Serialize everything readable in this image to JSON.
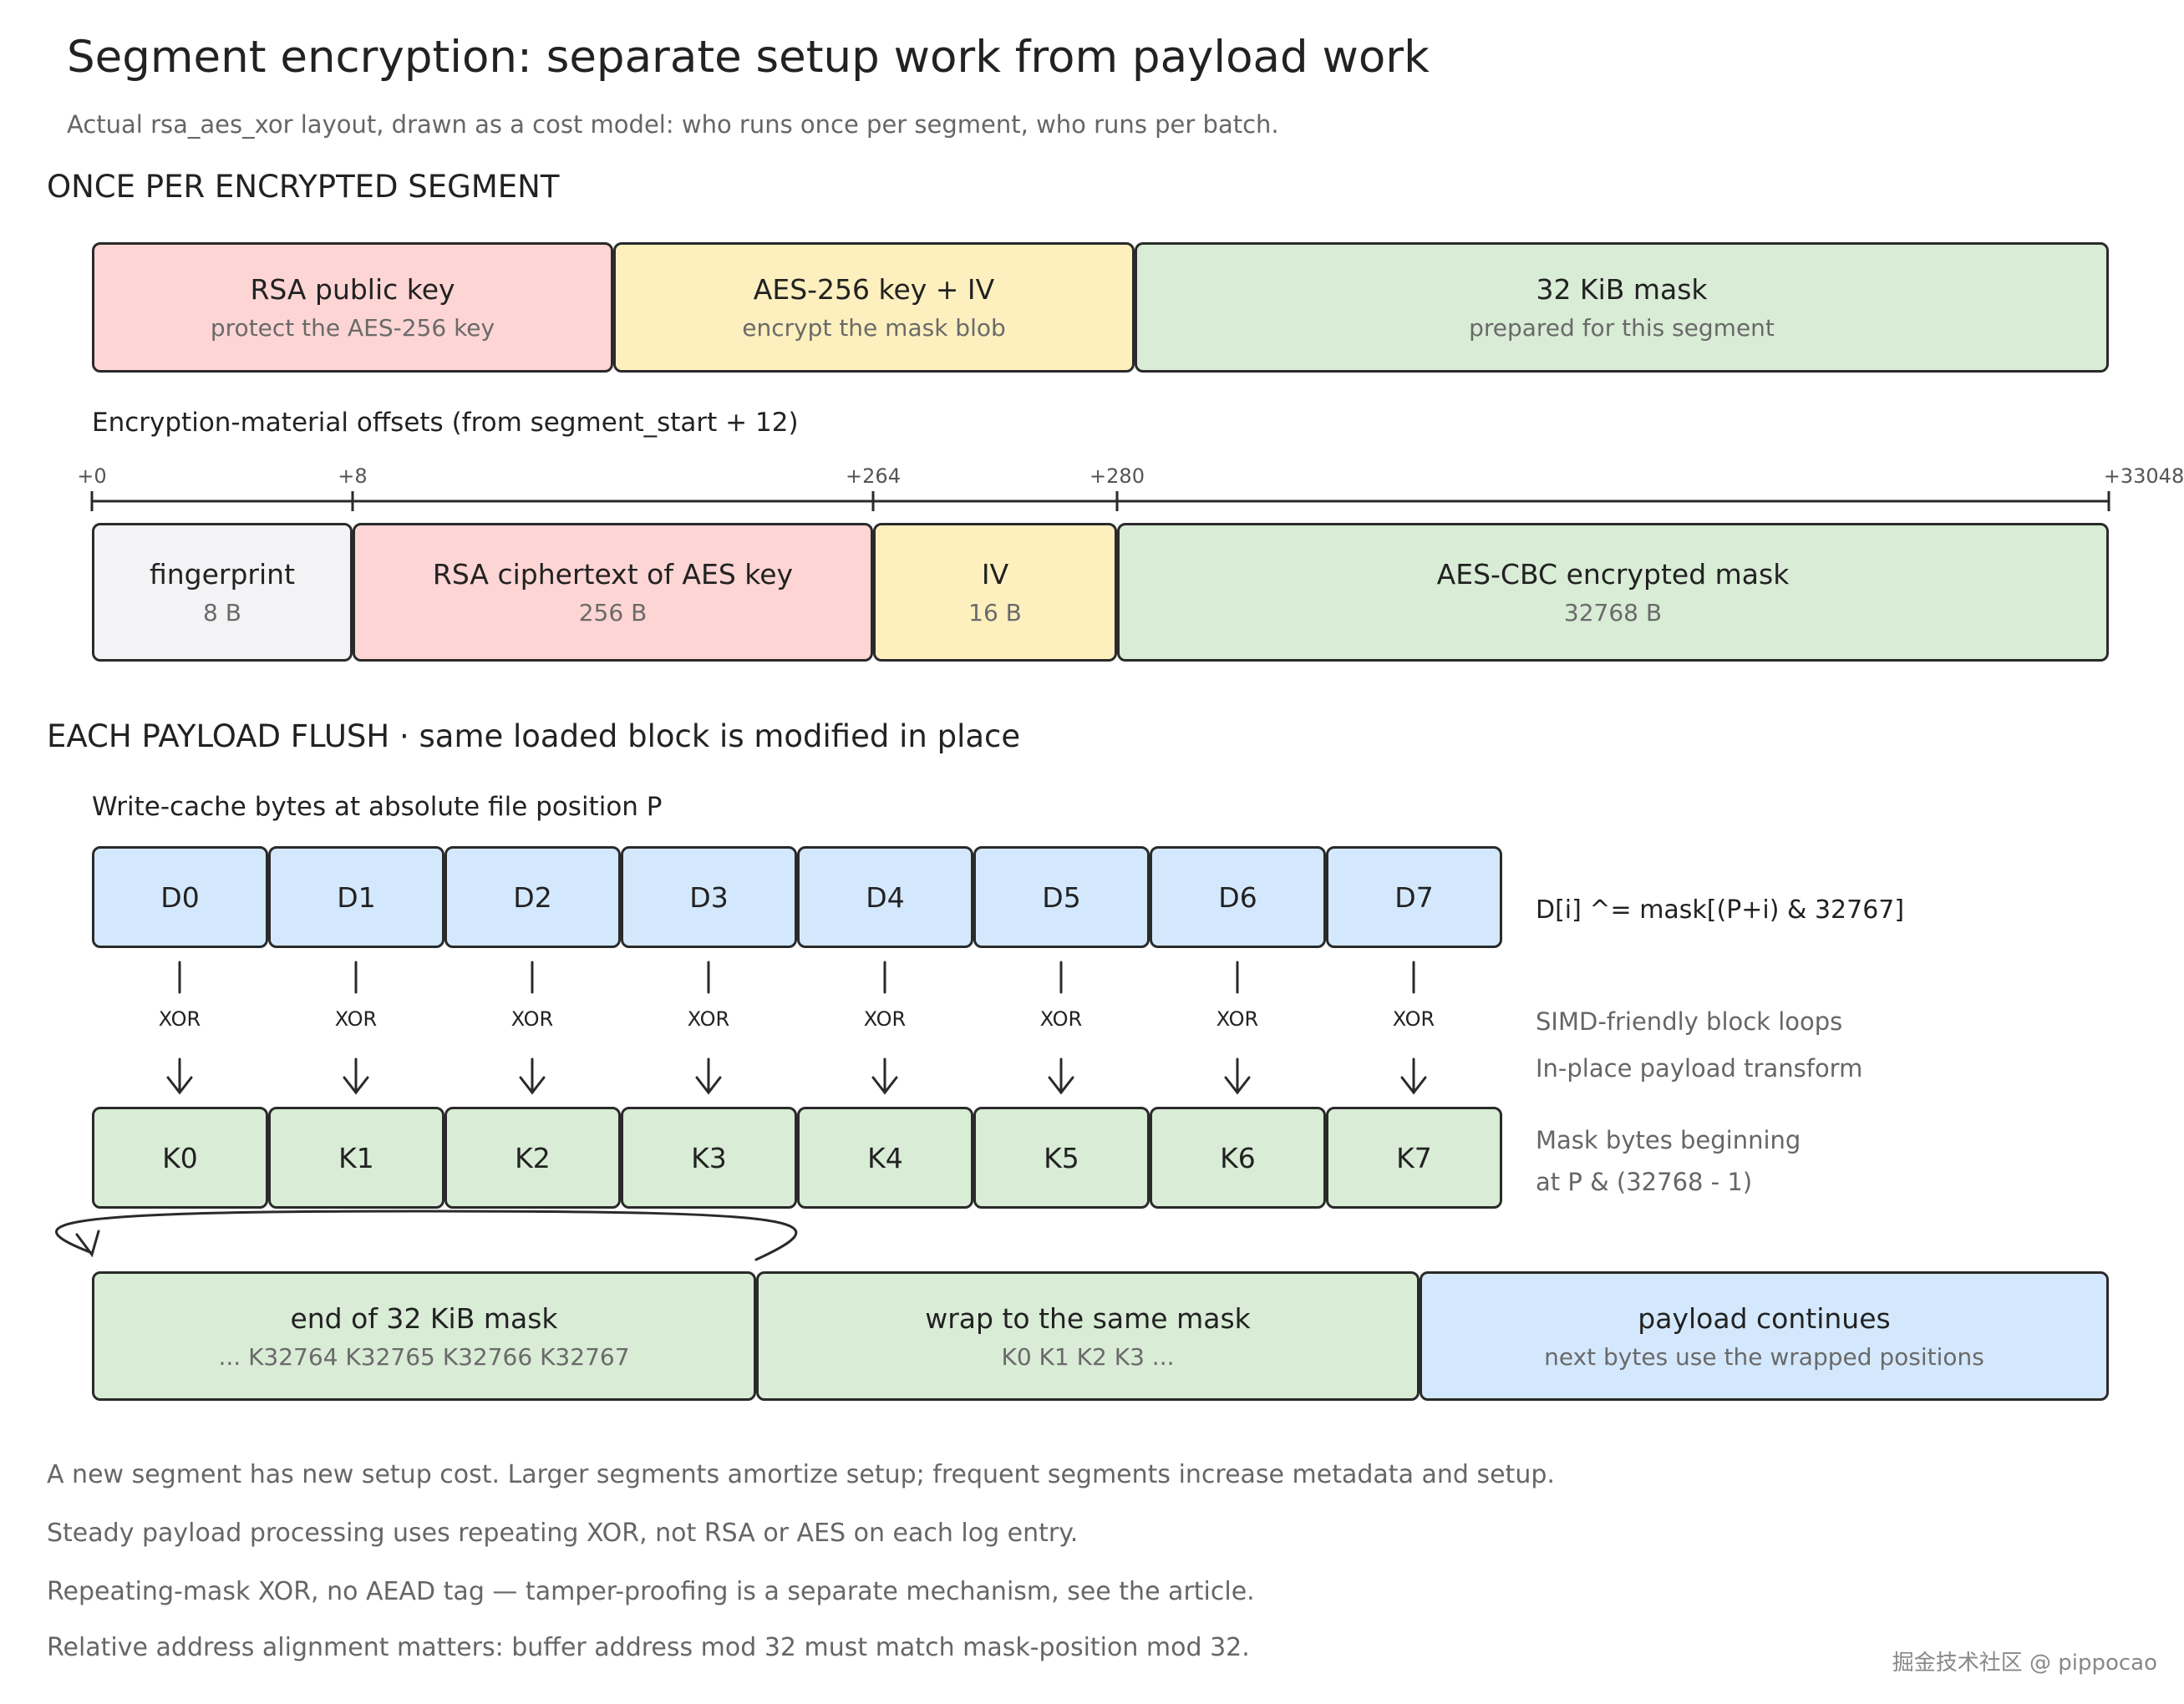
{
  "title": "Segment encryption: separate setup work from payload work",
  "subtitle": "Actual rsa_aes_xor layout, drawn as a cost model: who runs once per segment, who runs per batch.",
  "section_once": "ONCE PER ENCRYPTED SEGMENT",
  "setup_blocks": [
    {
      "title": "RSA public key",
      "sub": "protect the AES-256 key",
      "color": "#fdd5d4"
    },
    {
      "title": "AES-256 key + IV",
      "sub": "encrypt the mask blob",
      "color": "#fdf0be"
    },
    {
      "title": "32 KiB mask",
      "sub": "prepared for this segment",
      "color": "#d9ecd6"
    }
  ],
  "offsets_label": "Encryption-material offsets (from segment_start + 12)",
  "offset_ticks": [
    "+0",
    "+8",
    "+264",
    "+280",
    "+33048"
  ],
  "layout_blocks": [
    {
      "title": "fingerprint",
      "sub": "8 B",
      "color": "#f3f3f5"
    },
    {
      "title": "RSA ciphertext of AES key",
      "sub": "256 B",
      "color": "#fdd5d4"
    },
    {
      "title": "IV",
      "sub": "16 B",
      "color": "#fdf0be"
    },
    {
      "title": "AES-CBC encrypted mask",
      "sub": "32768 B",
      "color": "#d9ecd6"
    }
  ],
  "section_flush": "EACH PAYLOAD FLUSH · same loaded block is modified in place",
  "write_cache_label": "Write-cache bytes at absolute file position P",
  "data_cells": [
    "D0",
    "D1",
    "D2",
    "D3",
    "D4",
    "D5",
    "D6",
    "D7"
  ],
  "xor_label": "XOR",
  "mask_cells": [
    "K0",
    "K1",
    "K2",
    "K3",
    "K4",
    "K5",
    "K6",
    "K7"
  ],
  "formula": "D[i] ^= mask[(P+i) & 32767]",
  "side_notes": [
    "SIMD-friendly block loops",
    "In-place payload transform"
  ],
  "mask_note": [
    "Mask bytes beginning",
    "at P & (32768 - 1)"
  ],
  "wrap_blocks": [
    {
      "title": "end of 32 KiB mask",
      "sub": "... K32764 K32765 K32766 K32767",
      "color": "#d9ecd6"
    },
    {
      "title": "wrap to the same mask",
      "sub": "K0 K1 K2 K3 ...",
      "color": "#d9ecd6"
    },
    {
      "title": "payload continues",
      "sub": "next bytes use the wrapped positions",
      "color": "#d4e8fd"
    }
  ],
  "notes": [
    "A new segment has new setup cost. Larger segments amortize setup; frequent segments increase metadata and setup.",
    "Steady payload processing uses repeating XOR, not RSA or AES on each log entry.",
    "Repeating-mask XOR, no AEAD tag — tamper-proofing is a separate mechanism, see the article.",
    "Relative address alignment matters: buffer address mod 32 must match mask-position mod 32."
  ],
  "watermark": "掘金技术社区 @ pippocao"
}
